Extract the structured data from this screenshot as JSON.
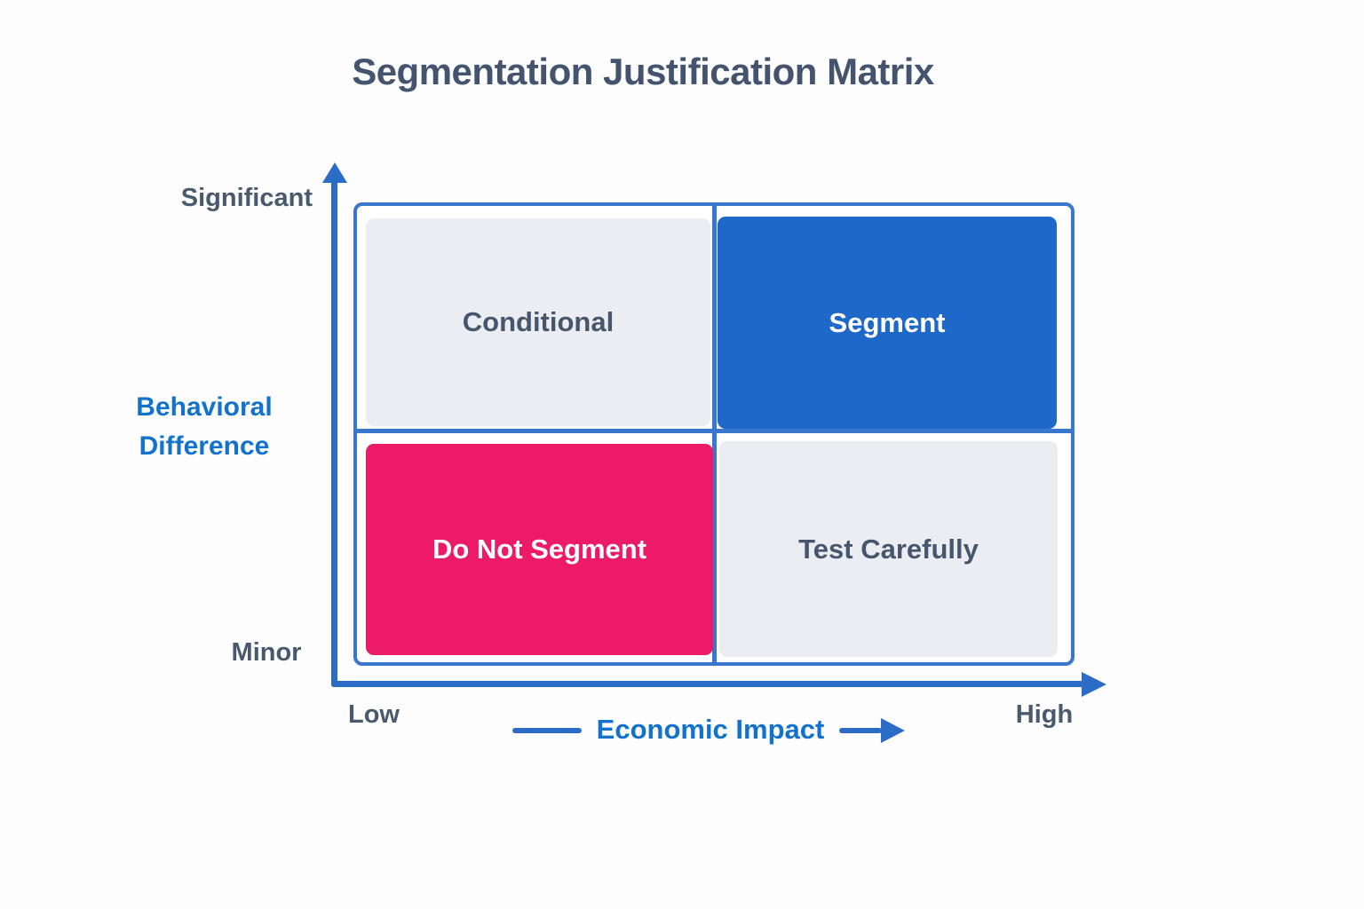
{
  "title": "Segmentation Justification Matrix",
  "matrix": {
    "quadrants": [
      {
        "position": "top-left",
        "label": "Conditional",
        "bg_color": "#ECEDF2",
        "text_color": "#47566C"
      },
      {
        "position": "top-right",
        "label": "Segment",
        "bg_color": "#1E68C9",
        "text_color": "#FFFFFF"
      },
      {
        "position": "bottom-left",
        "label": "Do Not Segment",
        "bg_color": "#EC1A67",
        "text_color": "#FFFFFF"
      },
      {
        "position": "bottom-right",
        "label": "Test Carefully",
        "bg_color": "#ECEDF2",
        "text_color": "#47566C"
      }
    ]
  },
  "y_axis": {
    "title_line1": "Behavioral",
    "title_line2": "Difference",
    "max_label": "Significant",
    "min_label": "Minor"
  },
  "x_axis": {
    "title": "Economic Impact",
    "min_label": "Low",
    "max_label": "High"
  },
  "colors": {
    "accent_blue": "#1E68C9",
    "axis_blue": "#2A6CC6",
    "border_blue": "#3877CB",
    "pink": "#EC1A67",
    "quadrant_gray": "#ECEDF2",
    "dark_slate_text": "#44546E",
    "label_blue": "#1272CC"
  }
}
